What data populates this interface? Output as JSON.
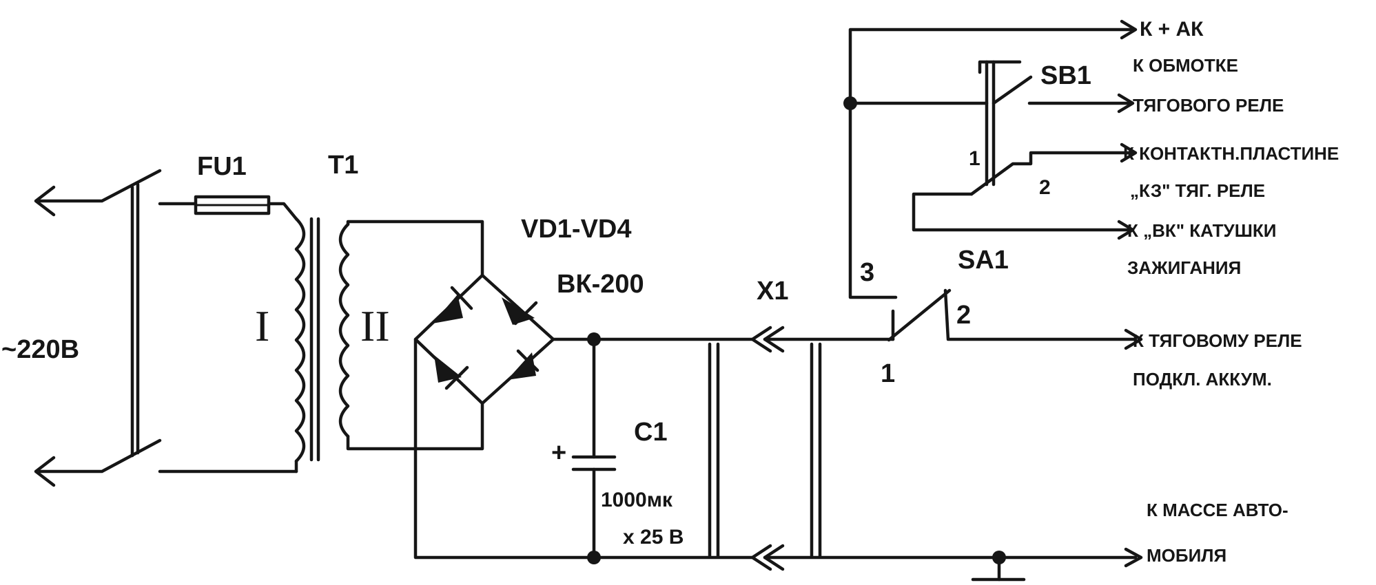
{
  "labels": {
    "mains": "~220В",
    "fuse": "FU1",
    "transformer": "T1",
    "winding_primary": "I",
    "winding_secondary": "II",
    "diodes": "VD1-VD4",
    "diode_type": "ВК-200",
    "connector": "X1",
    "capacitor": "C1",
    "cap_value_1": "1000мк",
    "cap_value_2": "x 25 В",
    "cap_plus": "+",
    "button": "SB1",
    "switch": "SA1",
    "pin_3": "3",
    "pin_1": "1",
    "pin_2": "2",
    "sa1_pin_1": "1",
    "sa1_pin_2": "2"
  },
  "destinations": {
    "plus_ak": "К + АК",
    "winding_1": "К ОБМОТКЕ",
    "winding_2": "ТЯГОВОГО РЕЛЕ",
    "contact_1": "К КОНТАКТН.ПЛАСТИНЕ",
    "contact_2": "„КЗ\" ТЯГ. РЕЛЕ",
    "ignition_1": "К „ВК\" КАТУШКИ",
    "ignition_2": "ЗАЖИГАНИЯ",
    "relay_1": "К ТЯГОВОМУ РЕЛЕ",
    "relay_2": "ПОДКЛ. АККУМ.",
    "mass_1": "К МАССЕ АВТО-",
    "mass_2": "МОБИЛЯ"
  }
}
